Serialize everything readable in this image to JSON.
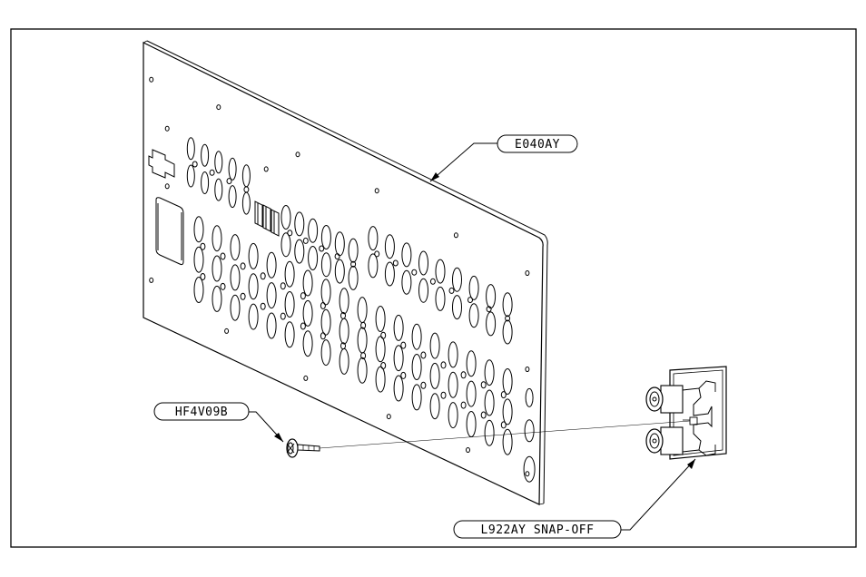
{
  "labels": {
    "panel": "E040AY",
    "screw": "HF4V09B",
    "jack": "L922AY SNAP-OFF"
  }
}
